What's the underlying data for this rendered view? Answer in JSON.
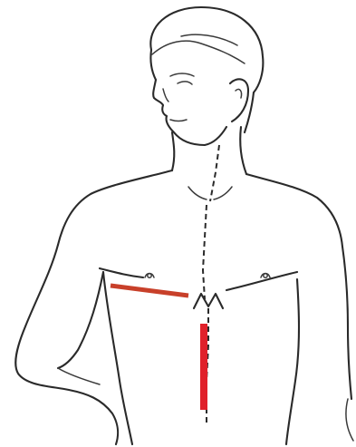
{
  "figure": {
    "subject": "male-torso-outline",
    "colors": {
      "outline": "#2a2a2a",
      "horizontal_marker": "#c8402a",
      "vertical_marker": "#e0202a",
      "background": "#ffffff"
    },
    "markers": [
      {
        "name": "horizontal-marker",
        "orientation": "horizontal"
      },
      {
        "name": "vertical-marker",
        "orientation": "vertical"
      }
    ]
  }
}
